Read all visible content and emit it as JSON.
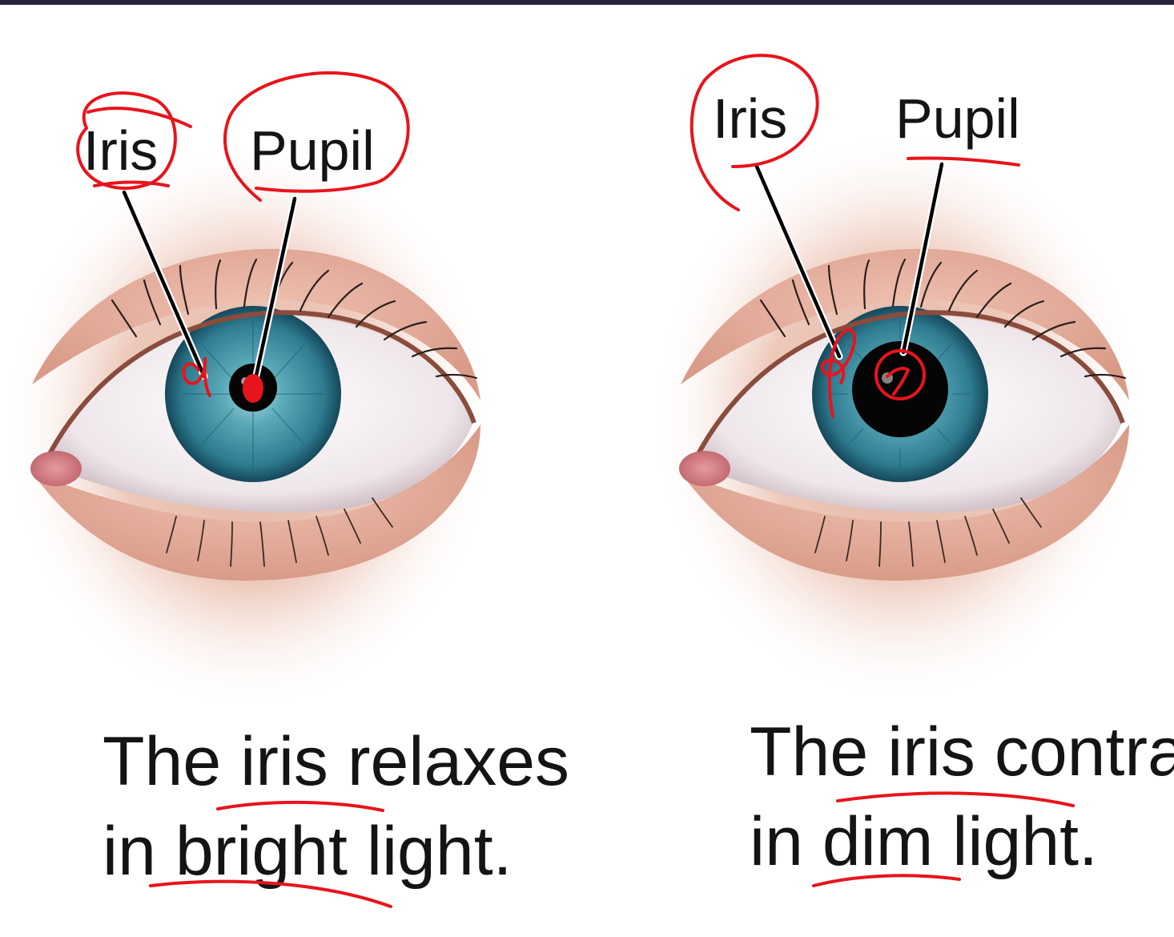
{
  "panels": [
    {
      "iris_label": "Iris",
      "pupil_label": "Pupil",
      "caption_line1": "The iris relaxes",
      "caption_line2": "in bright light.",
      "pupil_size": "small",
      "iris_annotation": "α",
      "pupil_annotation": "●"
    },
    {
      "iris_label": "Iris",
      "pupil_label": "Pupil",
      "caption_line1": "The iris contracts",
      "caption_line2": "in dim light.",
      "pupil_size": "large",
      "iris_annotation": "β",
      "pupil_annotation": "γ"
    }
  ],
  "colors": {
    "iris": "#3f8fa3",
    "iris_dark": "#1f5c6e",
    "pupil": "#050505",
    "skin": "#e7b9a6",
    "ink_annotation": "#e8141c",
    "top_bar": "#2a2438"
  }
}
